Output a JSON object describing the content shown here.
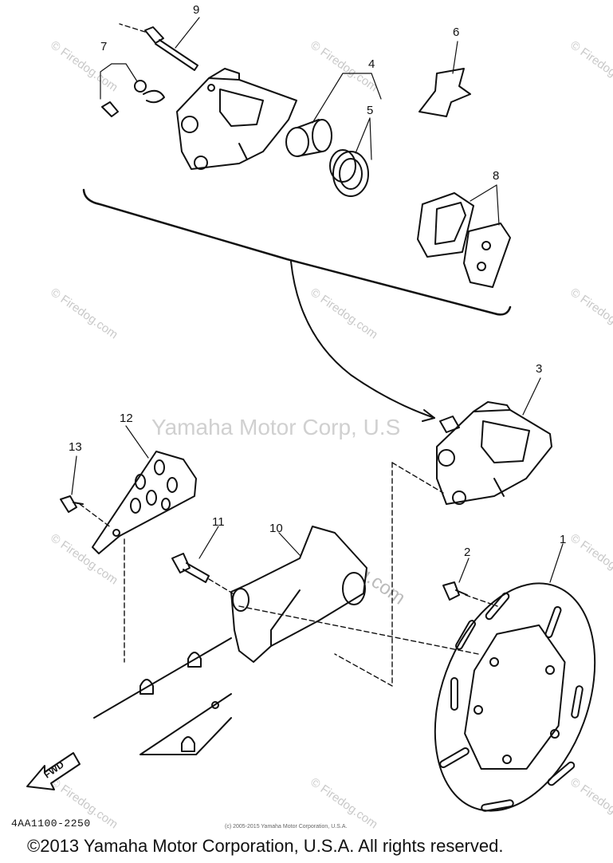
{
  "watermarks": {
    "firedog": "© Firedog.com",
    "firedog_center": "Firedog.com",
    "yamaha": "Yamaha Motor Corp, U.S"
  },
  "callouts": [
    {
      "id": "1",
      "label": "1"
    },
    {
      "id": "2",
      "label": "2"
    },
    {
      "id": "3",
      "label": "3"
    },
    {
      "id": "4",
      "label": "4"
    },
    {
      "id": "5",
      "label": "5"
    },
    {
      "id": "6",
      "label": "6"
    },
    {
      "id": "7",
      "label": "7"
    },
    {
      "id": "8",
      "label": "8"
    },
    {
      "id": "9",
      "label": "9"
    },
    {
      "id": "10",
      "label": "10"
    },
    {
      "id": "11",
      "label": "11"
    },
    {
      "id": "12",
      "label": "12"
    },
    {
      "id": "13",
      "label": "13"
    }
  ],
  "fwd_label": "FWD",
  "part_code": "4AA1100-2250",
  "small_copyright": "(c) 2005-2015 Yamaha Motor Corporation, U.S.A.",
  "copyright": "©2013 Yamaha Motor Corporation, U.S.A. All rights reserved."
}
